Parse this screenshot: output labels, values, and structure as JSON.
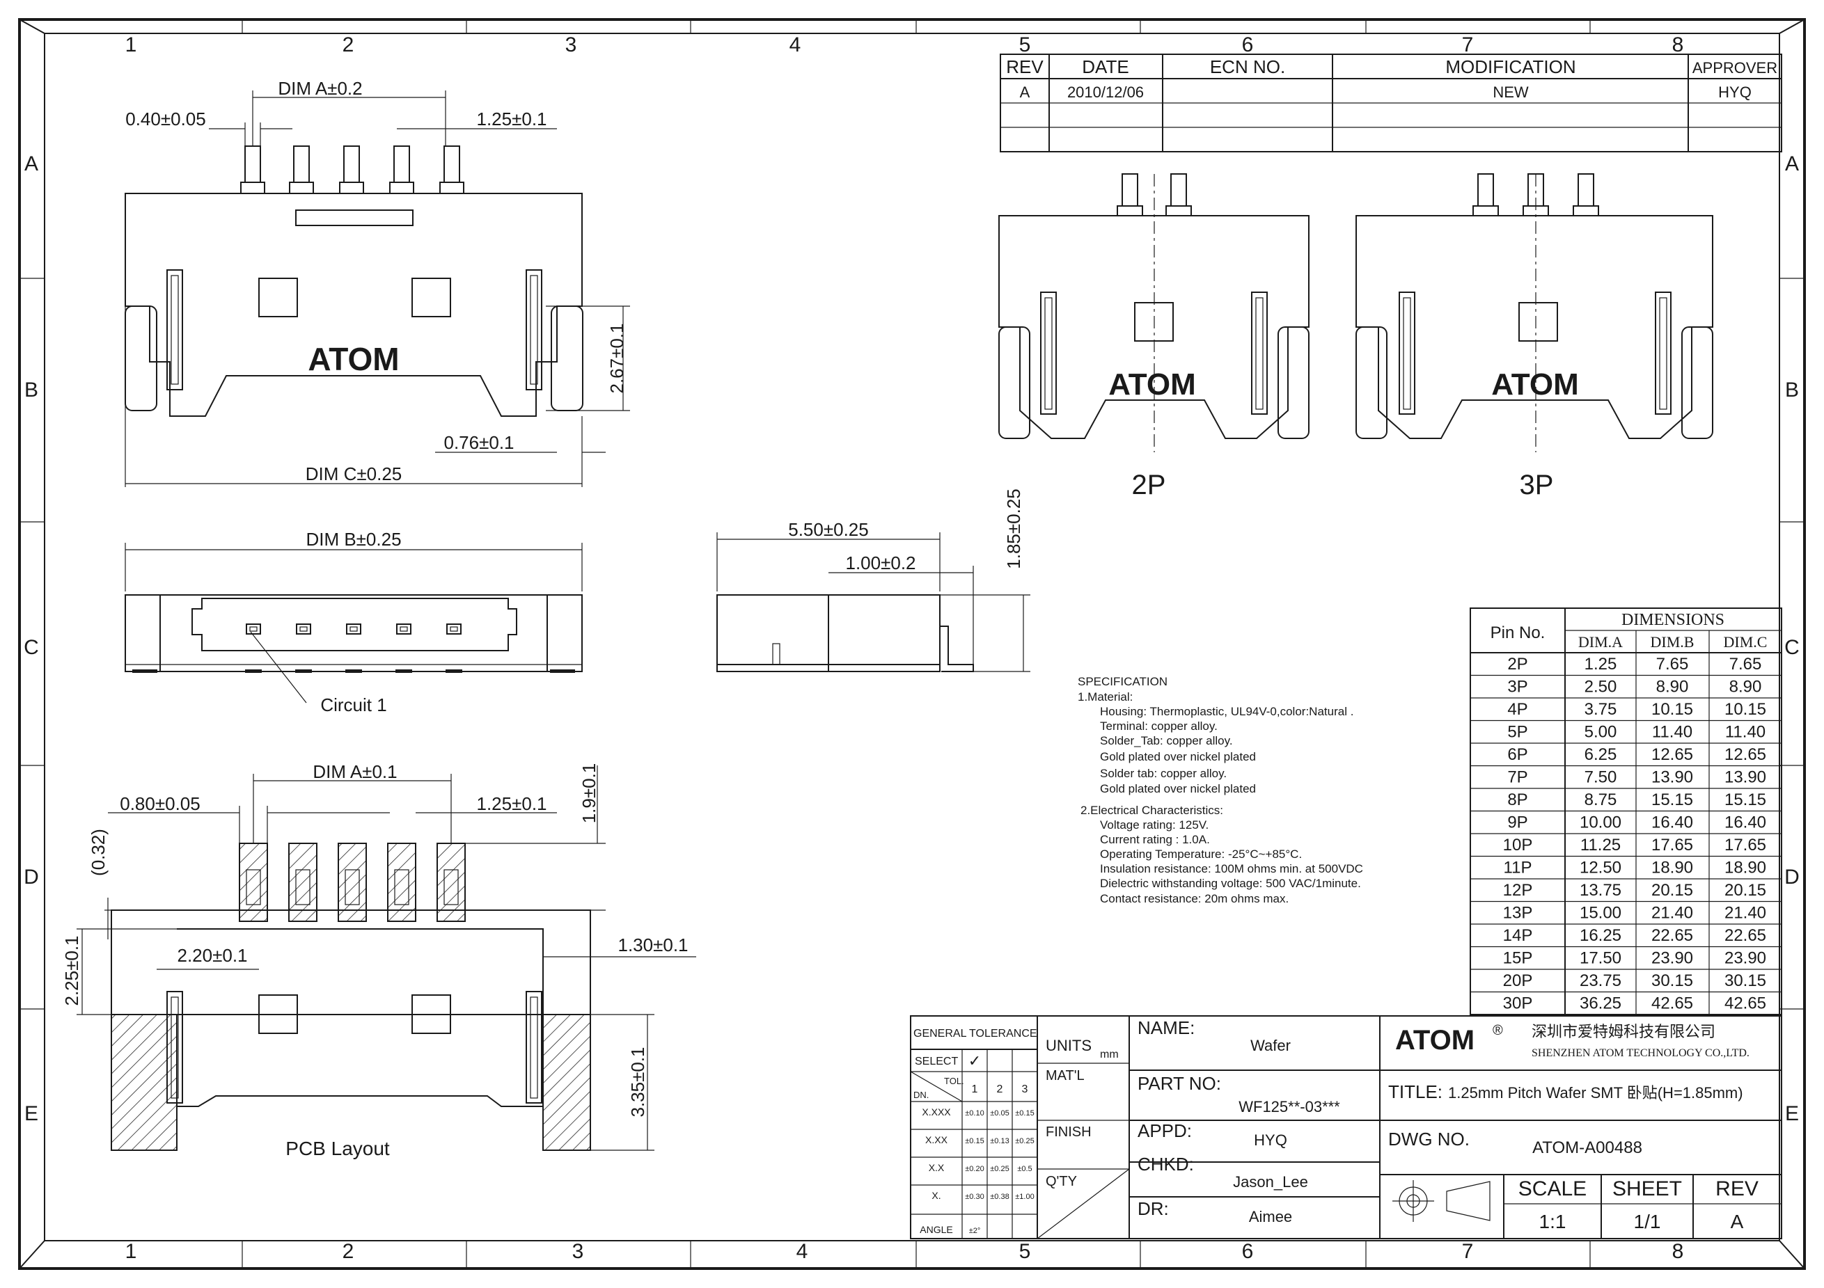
{
  "frame": {
    "top_columns": [
      "1",
      "2",
      "3",
      "4",
      "5",
      "6",
      "7",
      "8"
    ],
    "side_rows": [
      "A",
      "B",
      "C",
      "D",
      "E"
    ]
  },
  "revision_table": {
    "headers": [
      "REV",
      "DATE",
      "ECN NO.",
      "MODIFICATION",
      "APPROVER"
    ],
    "rows": [
      [
        "A",
        "2010/12/06",
        "",
        "NEW",
        "HYQ"
      ]
    ]
  },
  "top_view": {
    "dim_a": "DIM A±0.2",
    "pin_width": "0.40±0.05",
    "pitch": "1.25±0.1",
    "height": "2.67±0.1",
    "tab_offset": "0.76±0.1",
    "dim_c": "DIM C±0.25",
    "logo": "ATOM"
  },
  "variants": {
    "two_pin": {
      "label": "2P",
      "logo": "ATOM"
    },
    "three_pin": {
      "label": "3P",
      "logo": "ATOM"
    }
  },
  "front_view": {
    "dim_b": "DIM B±0.25",
    "circuit_label": "Circuit 1"
  },
  "side_view": {
    "depth": "5.50±0.25",
    "pin_len": "1.00±0.2",
    "height": "1.85±0.25"
  },
  "pcb_layout": {
    "dim_a": "DIM A±0.1",
    "pad_width": "0.80±0.05",
    "pitch": "1.25±0.1",
    "pad_len": "1.9±0.1",
    "offset": "(0.32)",
    "left_height": "2.25±0.1",
    "tab_offset": "2.20±0.1",
    "tab_width": "1.30±0.1",
    "tab_height": "3.35±0.1",
    "caption": "PCB Layout"
  },
  "specification": {
    "title": "SPECIFICATION",
    "lines": [
      "1.Material:",
      "   Housing: Thermoplastic, UL94V-0,color:Natural .",
      "   Terminal: copper alloy.",
      "   Solder_Tab: copper alloy.",
      "   Gold plated over nickel plated",
      "   Solder tab: copper alloy.",
      "   Gold plated over nickel plated",
      "2.Electrical Characteristics:",
      "   Voltage rating: 125V.",
      "   Current rating : 1.0A.",
      "   Operating Temperature: -25°C~+85°C.",
      "   Insulation resistance: 100M ohms min. at 500VDC",
      "   Dielectric withstanding voltage: 500 VAC/1minute.",
      "   Contact resistance: 20m ohms max."
    ]
  },
  "dimensions_table": {
    "pin_header": "Pin No.",
    "group_header": "DIMENSIONS",
    "col_headers": [
      "DIM.A",
      "DIM.B",
      "DIM.C"
    ],
    "rows": [
      [
        "2P",
        "1.25",
        "7.65",
        "7.65"
      ],
      [
        "3P",
        "2.50",
        "8.90",
        "8.90"
      ],
      [
        "4P",
        "3.75",
        "10.15",
        "10.15"
      ],
      [
        "5P",
        "5.00",
        "11.40",
        "11.40"
      ],
      [
        "6P",
        "6.25",
        "12.65",
        "12.65"
      ],
      [
        "7P",
        "7.50",
        "13.90",
        "13.90"
      ],
      [
        "8P",
        "8.75",
        "15.15",
        "15.15"
      ],
      [
        "9P",
        "10.00",
        "16.40",
        "16.40"
      ],
      [
        "10P",
        "11.25",
        "17.65",
        "17.65"
      ],
      [
        "11P",
        "12.50",
        "18.90",
        "18.90"
      ],
      [
        "12P",
        "13.75",
        "20.15",
        "20.15"
      ],
      [
        "13P",
        "15.00",
        "21.40",
        "21.40"
      ],
      [
        "14P",
        "16.25",
        "22.65",
        "22.65"
      ],
      [
        "15P",
        "17.50",
        "23.90",
        "23.90"
      ],
      [
        "20P",
        "23.75",
        "30.15",
        "30.15"
      ],
      [
        "30P",
        "36.25",
        "42.65",
        "42.65"
      ]
    ]
  },
  "tolerance_table": {
    "title": "GENERAL TOLERANCE",
    "select_label": "SELECT",
    "check": "✓",
    "tol_label": "TOL.",
    "dn_label": "DN.",
    "cols": [
      "1",
      "2",
      "3"
    ],
    "rows": [
      [
        "X.XXX",
        "±0.10",
        "±0.05",
        "±0.15"
      ],
      [
        "X.XX",
        "±0.15",
        "±0.13",
        "±0.25"
      ],
      [
        "X.X",
        "±0.20",
        "±0.25",
        "±0.5"
      ],
      [
        "X.",
        "±0.30",
        "±0.38",
        "±1.00"
      ],
      [
        "ANGLE",
        "±2°",
        "",
        ""
      ]
    ]
  },
  "title_block": {
    "units_label": "UNITS",
    "units_value": "mm",
    "matl_label": "MAT'L",
    "finish_label": "FINISH",
    "qty_label": "Q'TY",
    "name_label": "NAME:",
    "name_value": "Wafer",
    "part_label": "PART NO:",
    "part_value": "WF125**-03***",
    "appd_label": "APPD:",
    "appd_value": "HYQ",
    "chkd_label": "CHKD:",
    "chkd_value": "Jason_Lee",
    "dr_label": "DR:",
    "dr_value": "Aimee",
    "company_logo": "ATOM",
    "company_reg": "®",
    "company_cn": "深圳市爱特姆科技有限公司",
    "company_en": "SHENZHEN ATOM TECHNOLOGY CO.,LTD.",
    "title_label": "TITLE:",
    "title_value": "1.25mm Pitch Wafer SMT 卧贴(H=1.85mm)",
    "dwg_label": "DWG NO.",
    "dwg_value": "ATOM-A00488",
    "scale_label": "SCALE",
    "scale_value": "1:1",
    "sheet_label": "SHEET",
    "sheet_value": "1/1",
    "rev_label": "REV",
    "rev_value": "A"
  }
}
